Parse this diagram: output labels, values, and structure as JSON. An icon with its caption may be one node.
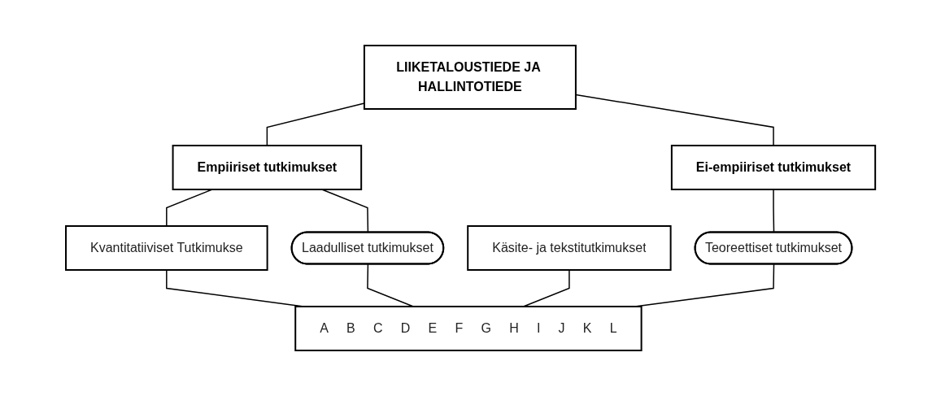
{
  "diagram": {
    "nodes": [
      {
        "text": [
          "LIIKETALOUSTIEDE JA HALLINTOTIEDE"
        ]
      },
      {
        "text": [
          "Empiiriset tutkimukset"
        ]
      },
      {
        "text": [
          "Ei-empiiriset tutkimukset"
        ]
      },
      {
        "text": [
          "Kvantitatiiviset Tutkimukse"
        ]
      },
      {
        "text": [
          "Laadulliset tutkimukset"
        ]
      },
      {
        "text": [
          "Käsite- ja tekstitutkimukset"
        ]
      },
      {
        "text": [
          "Teoreettiset tutkimukset"
        ]
      },
      {
        "text": [
          "A",
          "B",
          "C",
          "D",
          "E",
          "F",
          "G",
          "H",
          "I",
          "J",
          "K",
          "L"
        ]
      }
    ],
    "edges": [
      {
        "from": 0,
        "to": 1,
        "arrow": "none"
      },
      {
        "from": 0,
        "to": 2,
        "arrow": "none"
      },
      {
        "from": 1,
        "to": 3,
        "arrow": "none"
      },
      {
        "from": 1,
        "to": 4,
        "arrow": "none"
      },
      {
        "from": 2,
        "to": 6,
        "arrow": "none"
      },
      {
        "from": 3,
        "to": 7,
        "arrow": "none"
      },
      {
        "from": 4,
        "to": 7,
        "arrow": "none"
      },
      {
        "from": 5,
        "to": 7,
        "arrow": "none"
      },
      {
        "from": 6,
        "to": 7,
        "arrow": "none"
      }
    ]
  }
}
